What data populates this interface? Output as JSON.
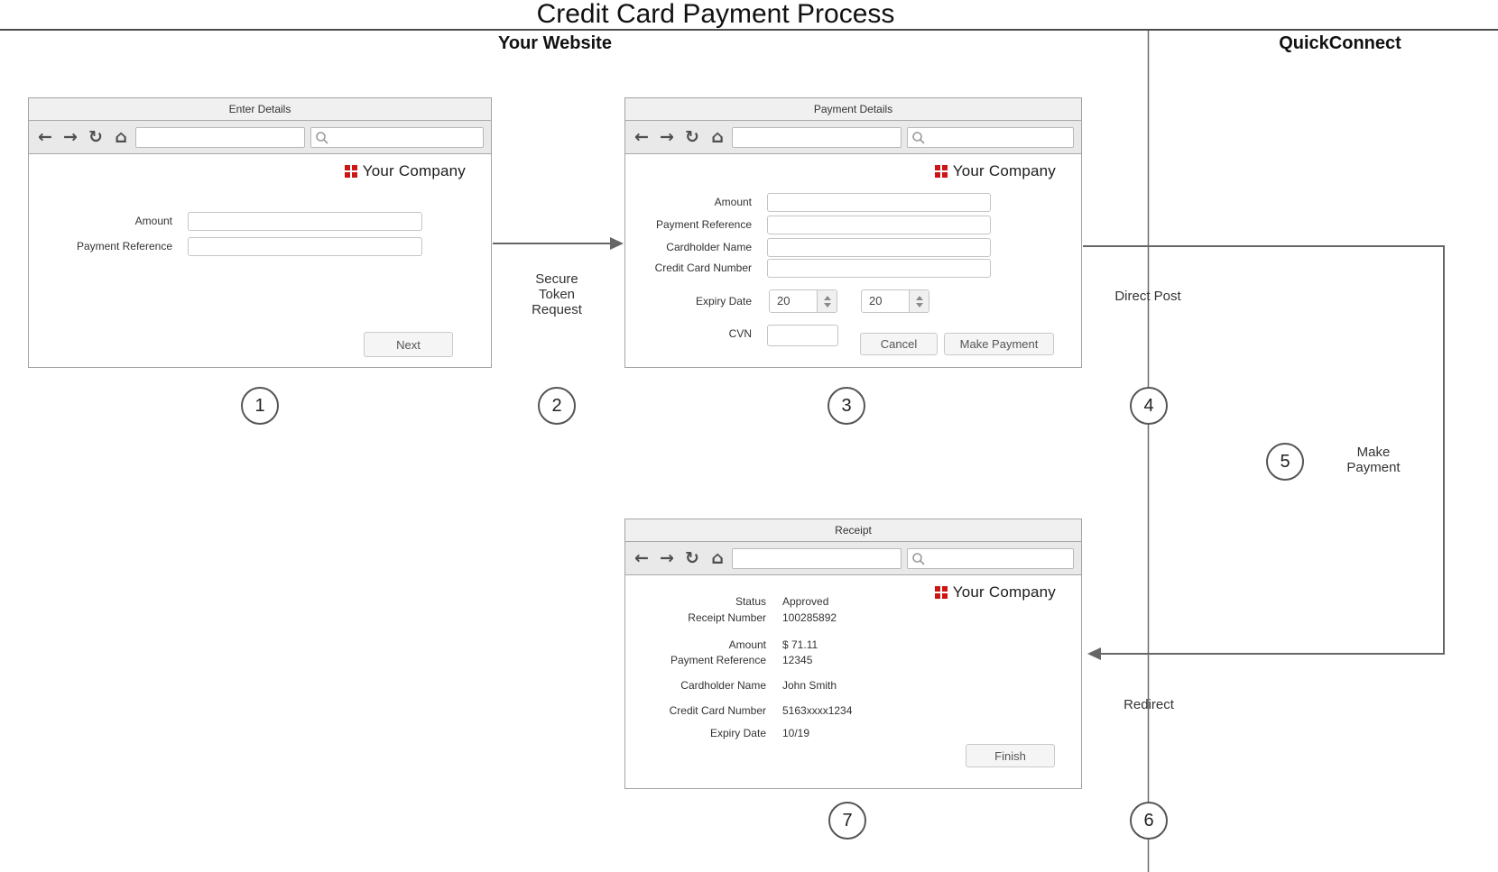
{
  "title": "Credit Card Payment Process",
  "lanes": {
    "left": "Your Website",
    "right": "QuickConnect"
  },
  "colors": {
    "brand_red": "#cc1616",
    "line_gray": "#666666"
  },
  "steps": [
    "1",
    "2",
    "3",
    "4",
    "5",
    "6",
    "7"
  ],
  "flow_labels": {
    "secure_token_request": "Secure Token Request",
    "direct_post": "Direct Post",
    "make_payment": "Make Payment",
    "redirect": "Redirect"
  },
  "windows": {
    "enter_details": {
      "title": "Enter Details",
      "logo_text": "Your Company",
      "amount_label": "Amount",
      "payment_reference_label": "Payment Reference",
      "next_button": "Next"
    },
    "payment_details": {
      "title": "Payment Details",
      "logo_text": "Your Company",
      "amount_label": "Amount",
      "payment_reference_label": "Payment Reference",
      "cardholder_name_label": "Cardholder Name",
      "credit_card_number_label": "Credit Card Number",
      "expiry_date_label": "Expiry Date",
      "expiry_month_value": "20",
      "expiry_year_value": "20",
      "cvn_label": "CVN",
      "cancel_button": "Cancel",
      "make_payment_button": "Make Payment"
    },
    "receipt": {
      "title": "Receipt",
      "logo_text": "Your Company",
      "rows": [
        {
          "label": "Status",
          "value": "Approved"
        },
        {
          "label": "Receipt Number",
          "value": "100285892"
        },
        {
          "label": "Amount",
          "value": "$ 71.11"
        },
        {
          "label": "Payment Reference",
          "value": "12345"
        },
        {
          "label": "Cardholder Name",
          "value": "John Smith"
        },
        {
          "label": "Credit Card Number",
          "value": "5163xxxx1234"
        },
        {
          "label": "Expiry Date",
          "value": "10/19"
        }
      ],
      "finish_button": "Finish"
    }
  }
}
